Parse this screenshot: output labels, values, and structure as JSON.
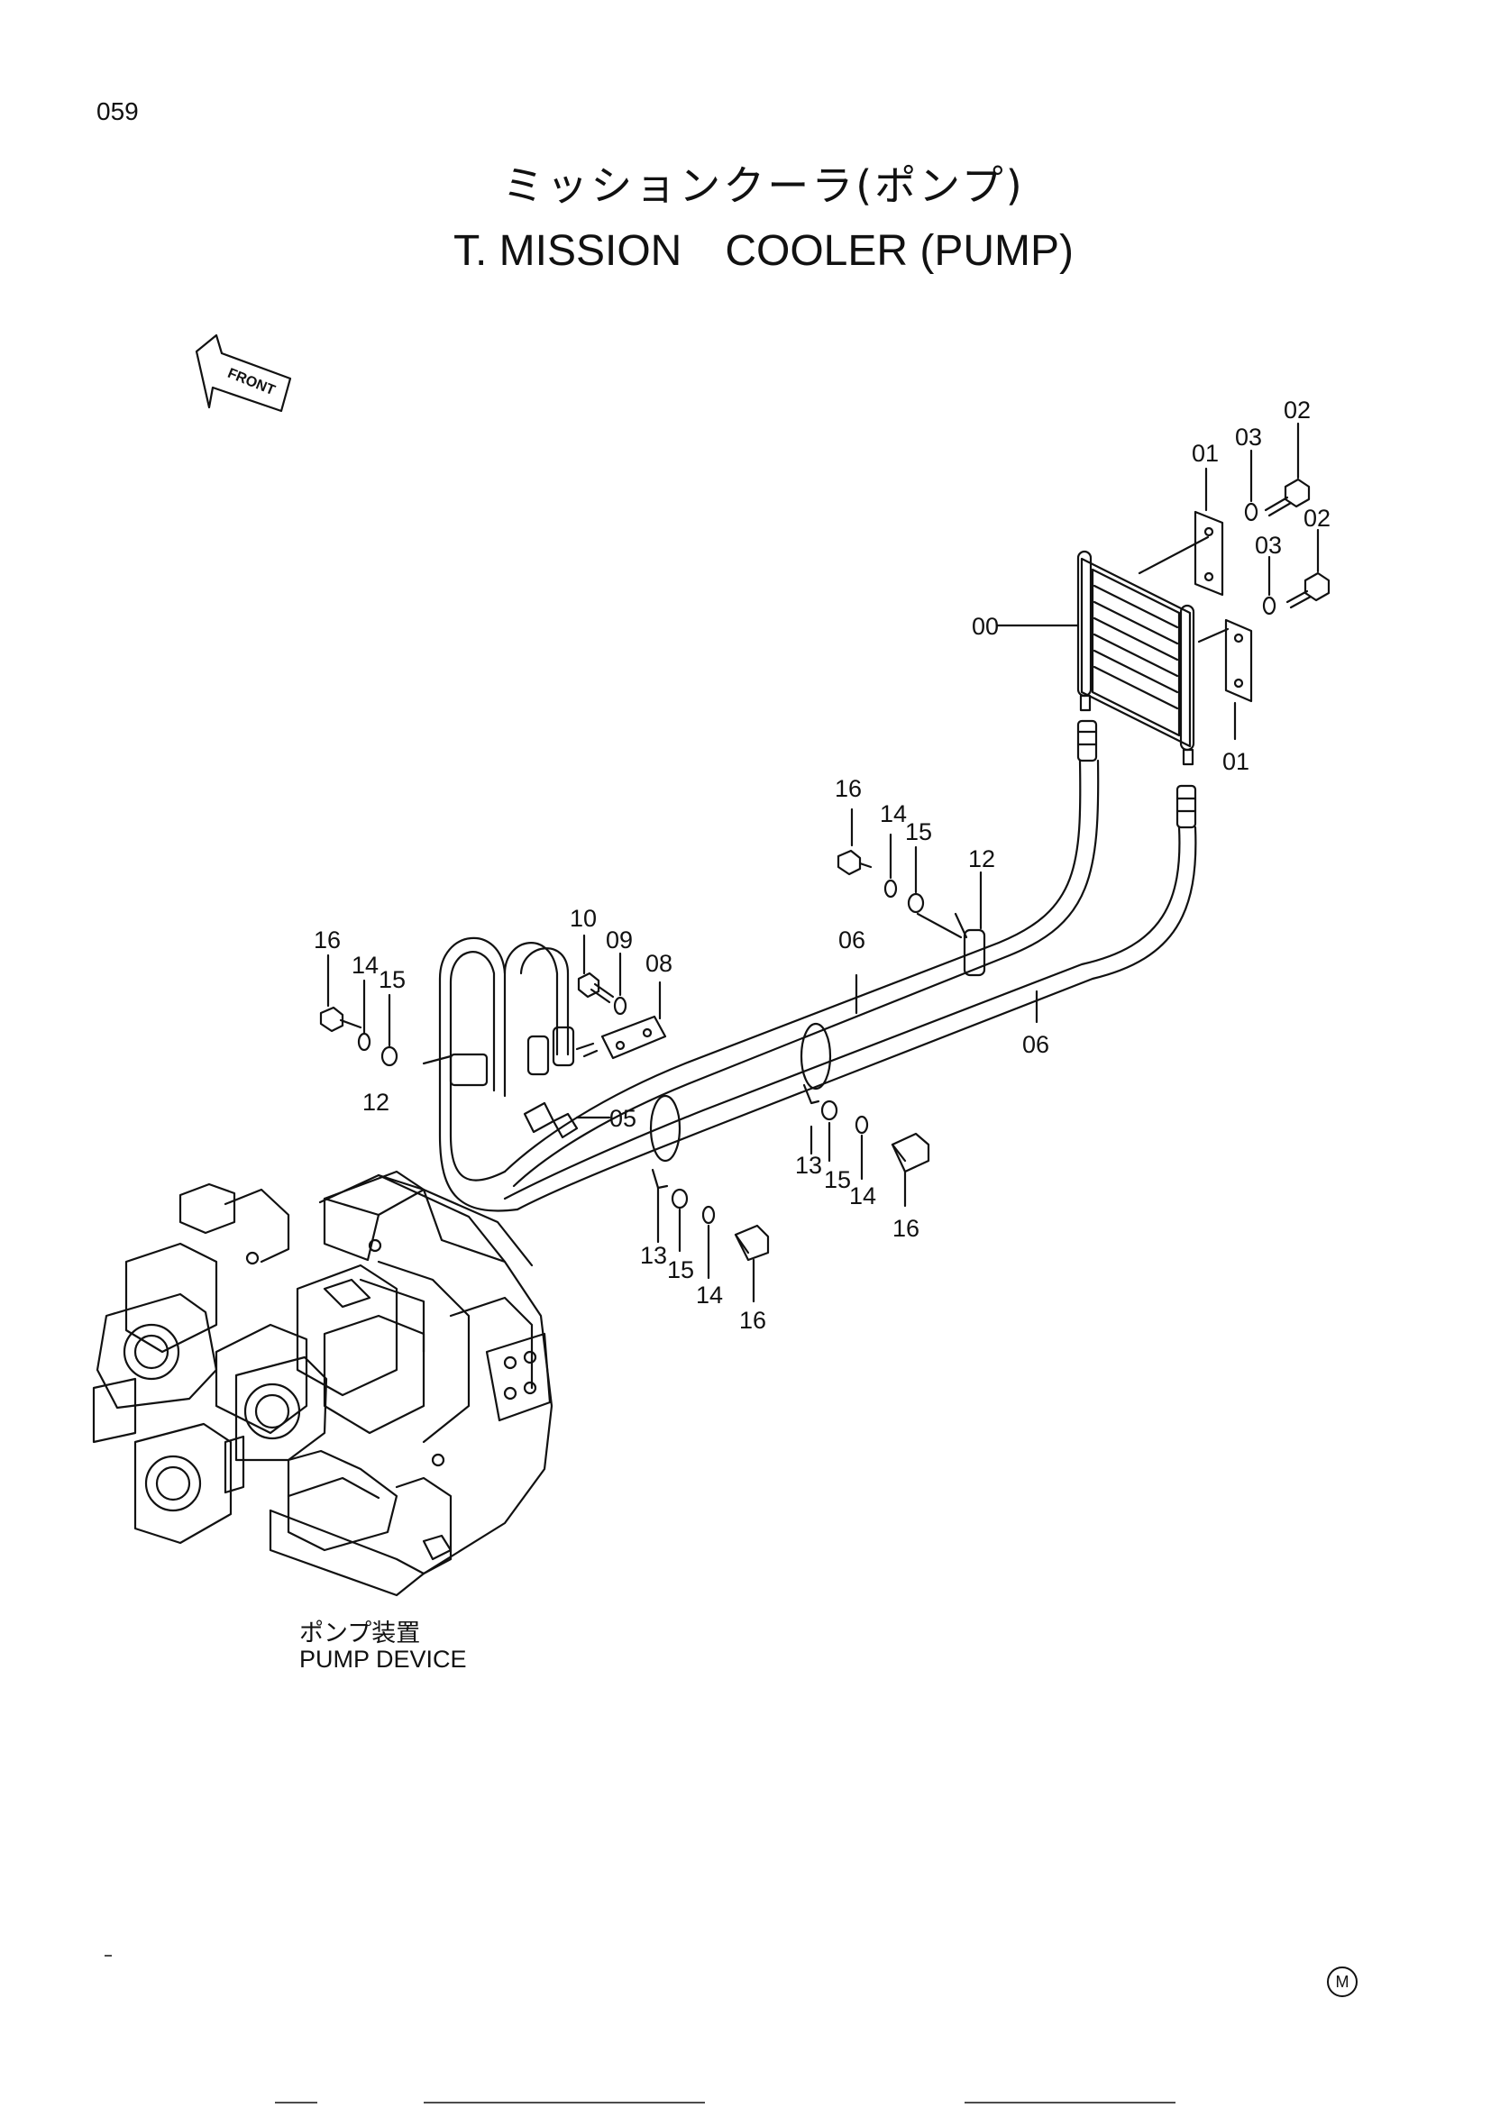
{
  "page_number": "059",
  "title_jp": "ミッションクーラ(ポンプ)",
  "title_en": "T. MISSION　COOLER (PUMP)",
  "front_arrow_label": "FRONT",
  "device_label_jp": "ポンプ装置",
  "device_label_en": "PUMP  DEVICE",
  "corner_mark": "M",
  "callouts": {
    "c00": "00",
    "c01a": "01",
    "c01b": "01",
    "c02a": "02",
    "c02b": "02",
    "c03a": "03",
    "c03b": "03",
    "c05": "05",
    "c06a": "06",
    "c06b": "06",
    "c08": "08",
    "c09": "09",
    "c10": "10",
    "c12a": "12",
    "c12b": "12",
    "c13a": "13",
    "c13b": "13",
    "c14a": "14",
    "c14b": "14",
    "c14c": "14",
    "c14d": "14",
    "c15a": "15",
    "c15b": "15",
    "c15c": "15",
    "c15d": "15",
    "c16a": "16",
    "c16b": "16",
    "c16c": "16",
    "c16d": "16"
  }
}
